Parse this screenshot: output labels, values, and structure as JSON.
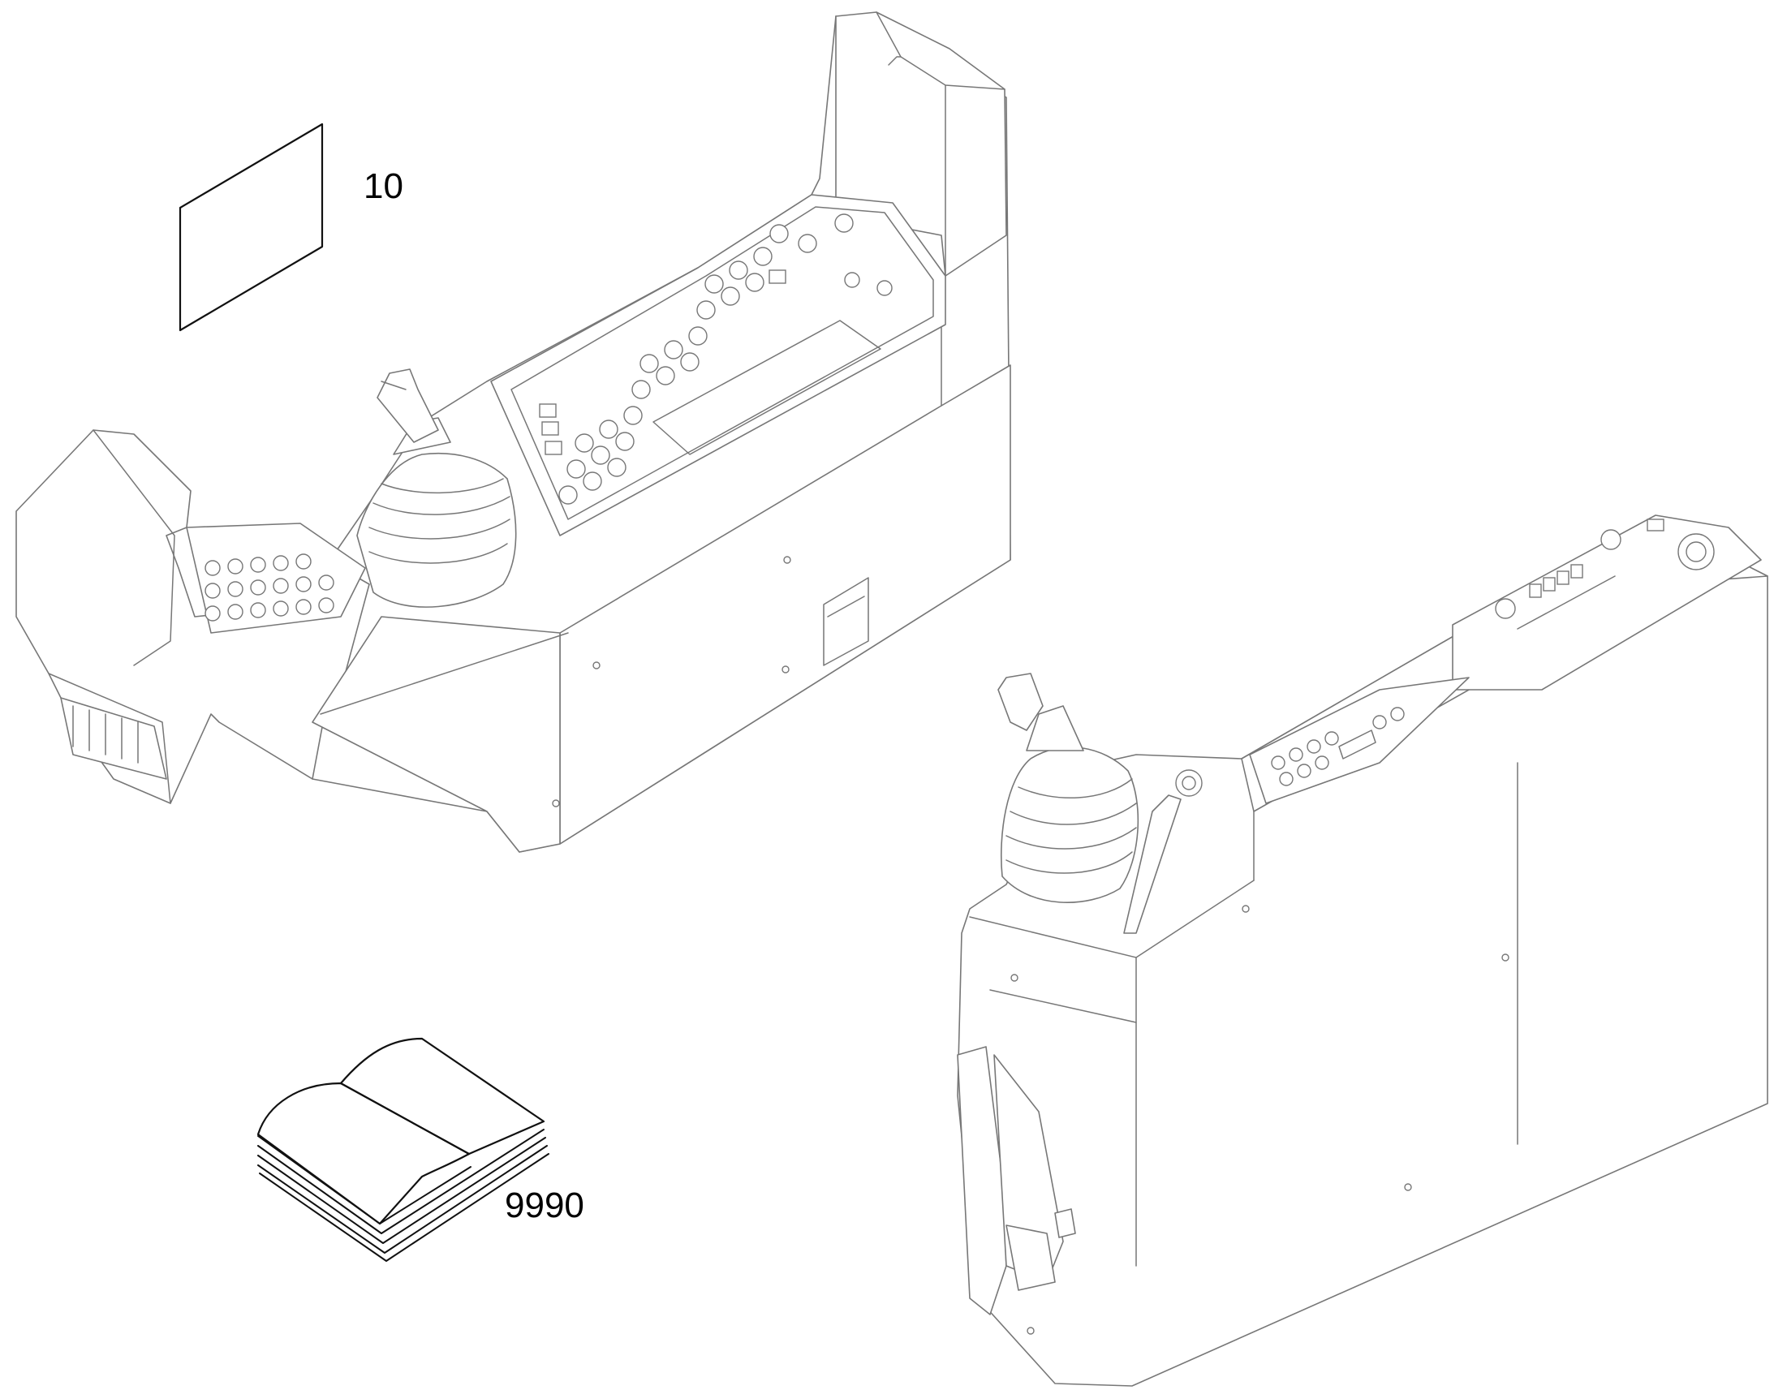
{
  "figure": {
    "callouts": [
      {
        "id": "decal",
        "label": "10"
      },
      {
        "id": "manual",
        "label": "9990"
      }
    ]
  },
  "colors": {
    "line": "#777777",
    "ink": "#111111",
    "background": "#ffffff"
  },
  "icons": {
    "decal": "parallelogram-sheet-icon",
    "manual": "open-book-icon"
  }
}
